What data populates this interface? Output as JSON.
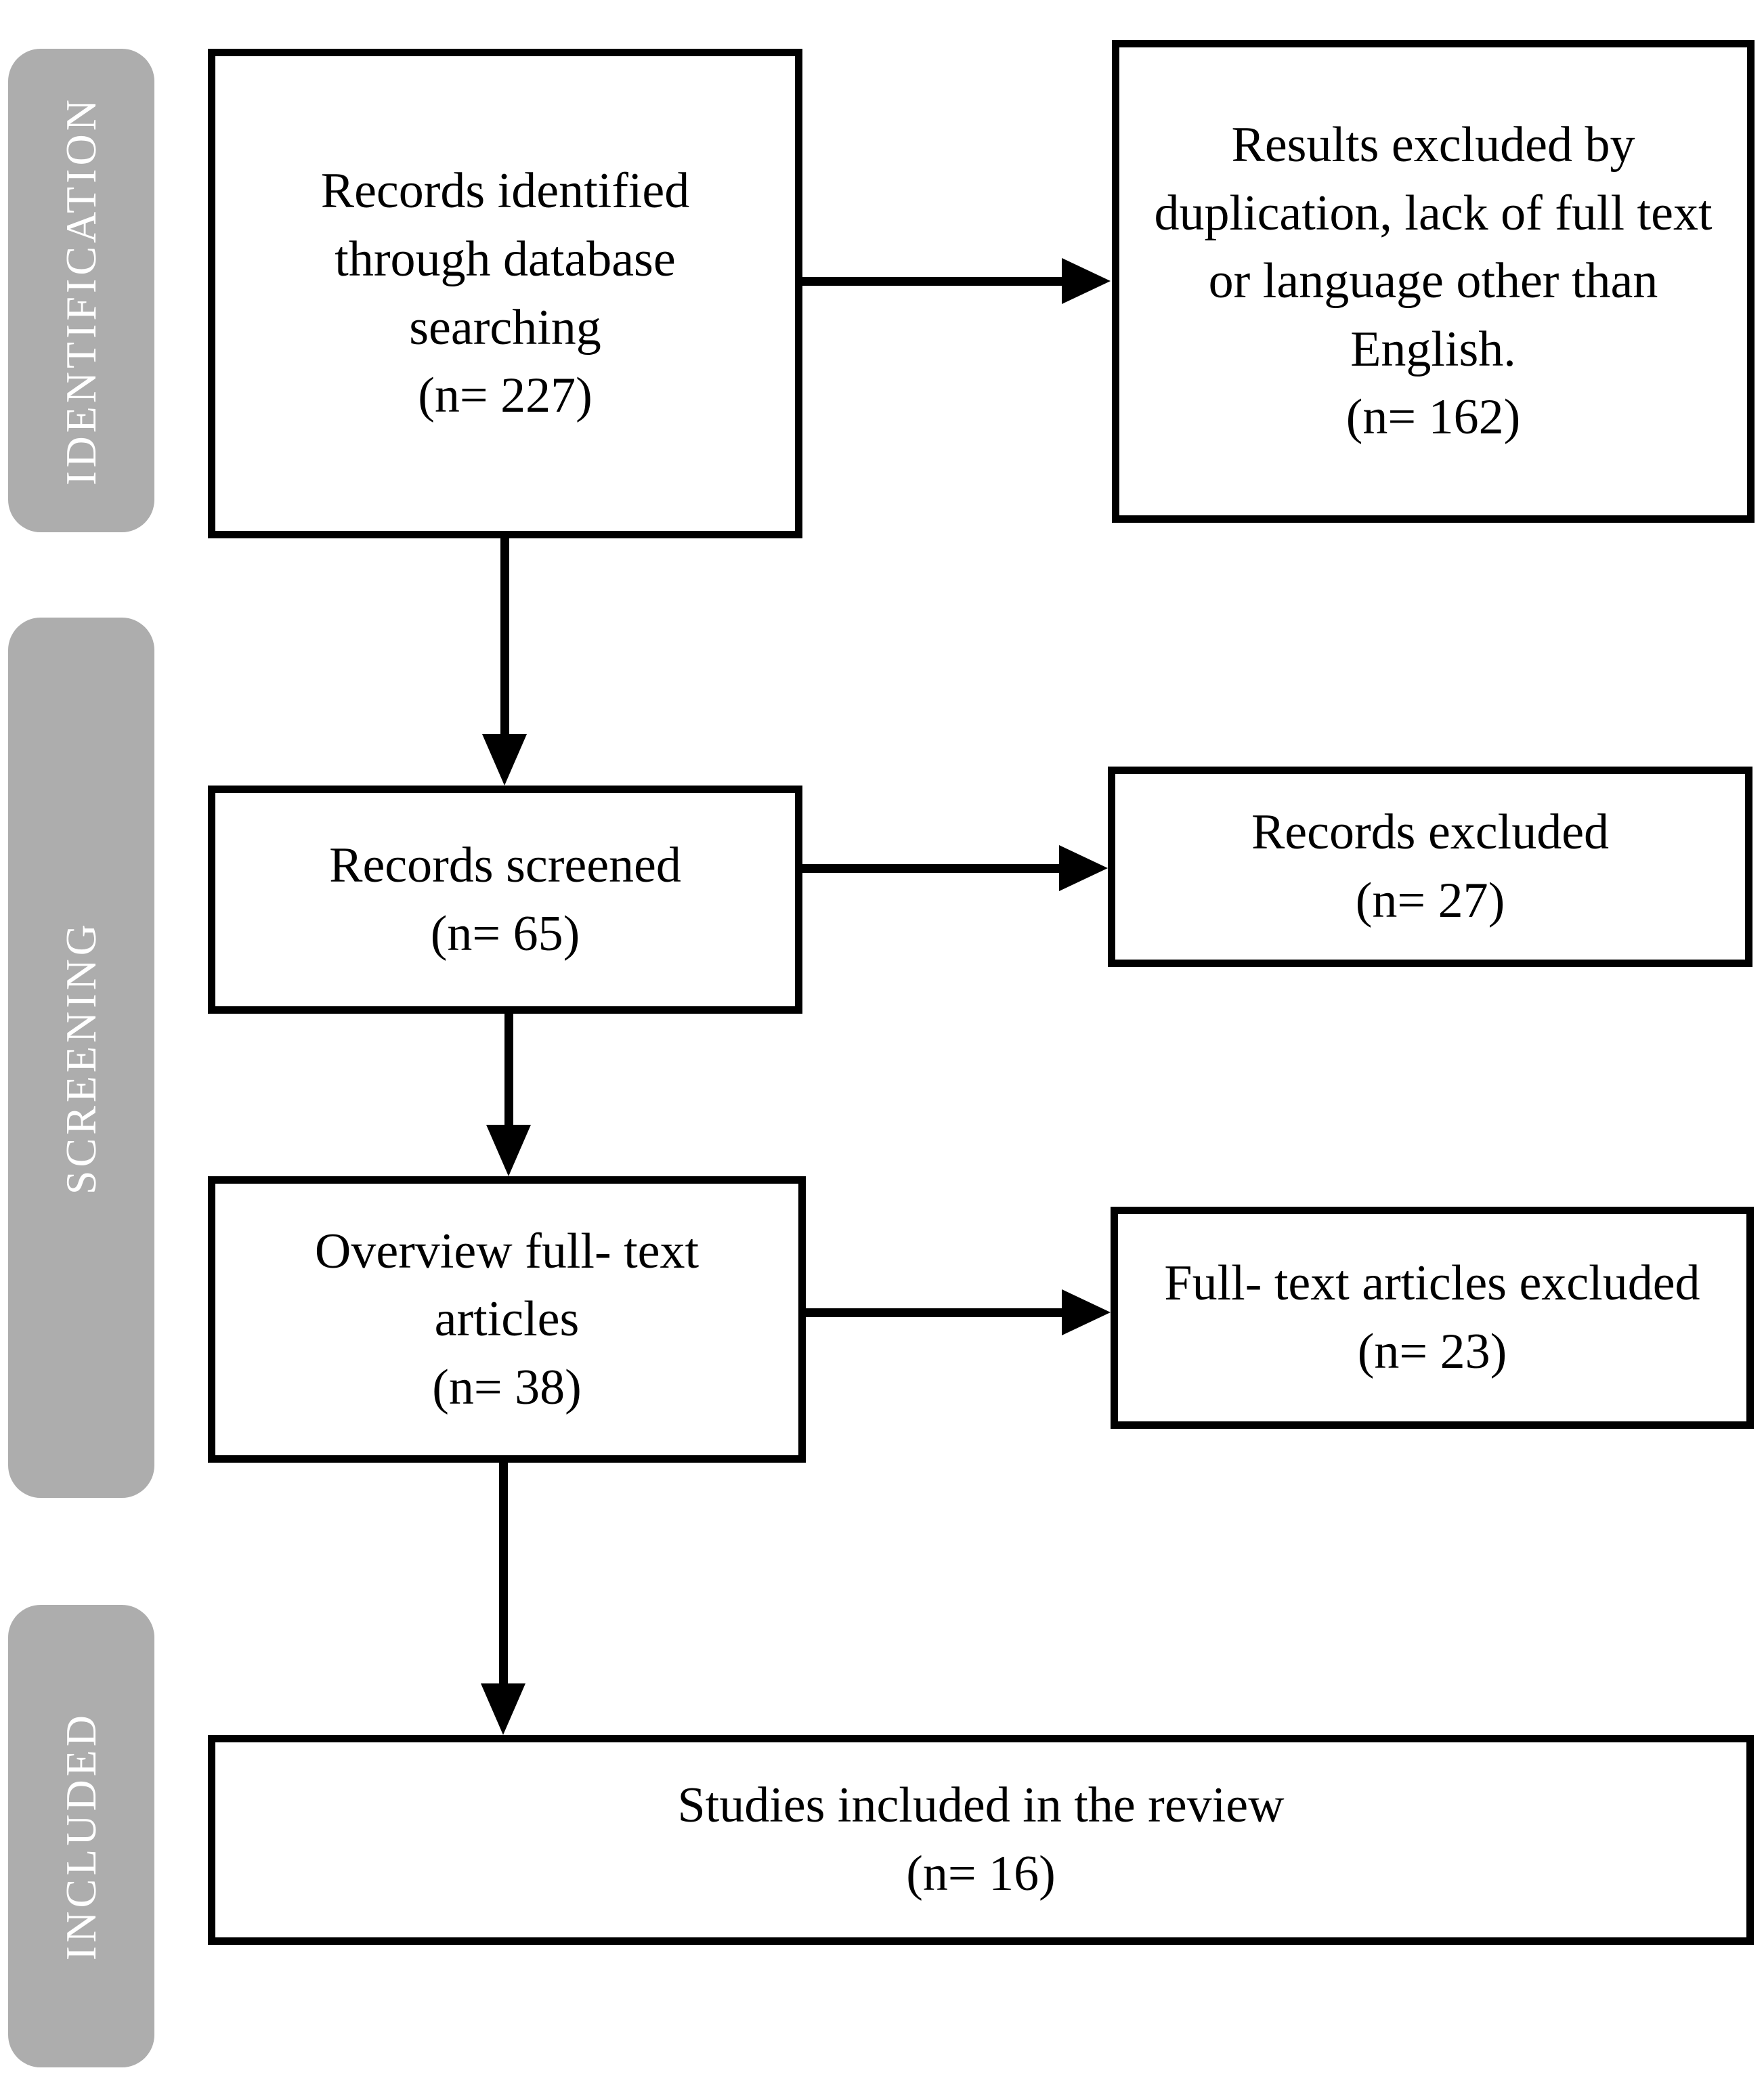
{
  "diagram": {
    "type": "prisma-flow",
    "stages": [
      {
        "id": "identification",
        "label": "IDENTIFICATION"
      },
      {
        "id": "screening",
        "label": "SCREENING"
      },
      {
        "id": "included",
        "label": "INCLUDED"
      }
    ],
    "boxes": {
      "identified": {
        "count": 227,
        "lines": [
          "Records identified",
          "through database",
          "searching",
          "(n= 227)"
        ]
      },
      "excluded_initial": {
        "count": 162,
        "lines": [
          "Results excluded by",
          "duplication, lack of full text",
          "or language other than",
          "English.",
          "(n= 162)"
        ]
      },
      "screened": {
        "count": 65,
        "lines": [
          "Records screened",
          "(n= 65)"
        ]
      },
      "records_excluded": {
        "count": 27,
        "lines": [
          "Records excluded",
          "(n= 27)"
        ]
      },
      "fulltext": {
        "count": 38,
        "lines": [
          "Overview full- text",
          "articles",
          "(n= 38)"
        ]
      },
      "fulltext_excluded": {
        "count": 23,
        "lines": [
          "Full- text articles excluded",
          "(n= 23)"
        ]
      },
      "included_studies": {
        "count": 16,
        "lines": [
          "Studies included in the review",
          "(n= 16)"
        ]
      }
    },
    "colors": {
      "sidebar": "#ADADAD",
      "box_border": "#000000",
      "background": "#FFFFFF",
      "label_text": "#FFFFFF",
      "box_text": "#000000"
    }
  }
}
